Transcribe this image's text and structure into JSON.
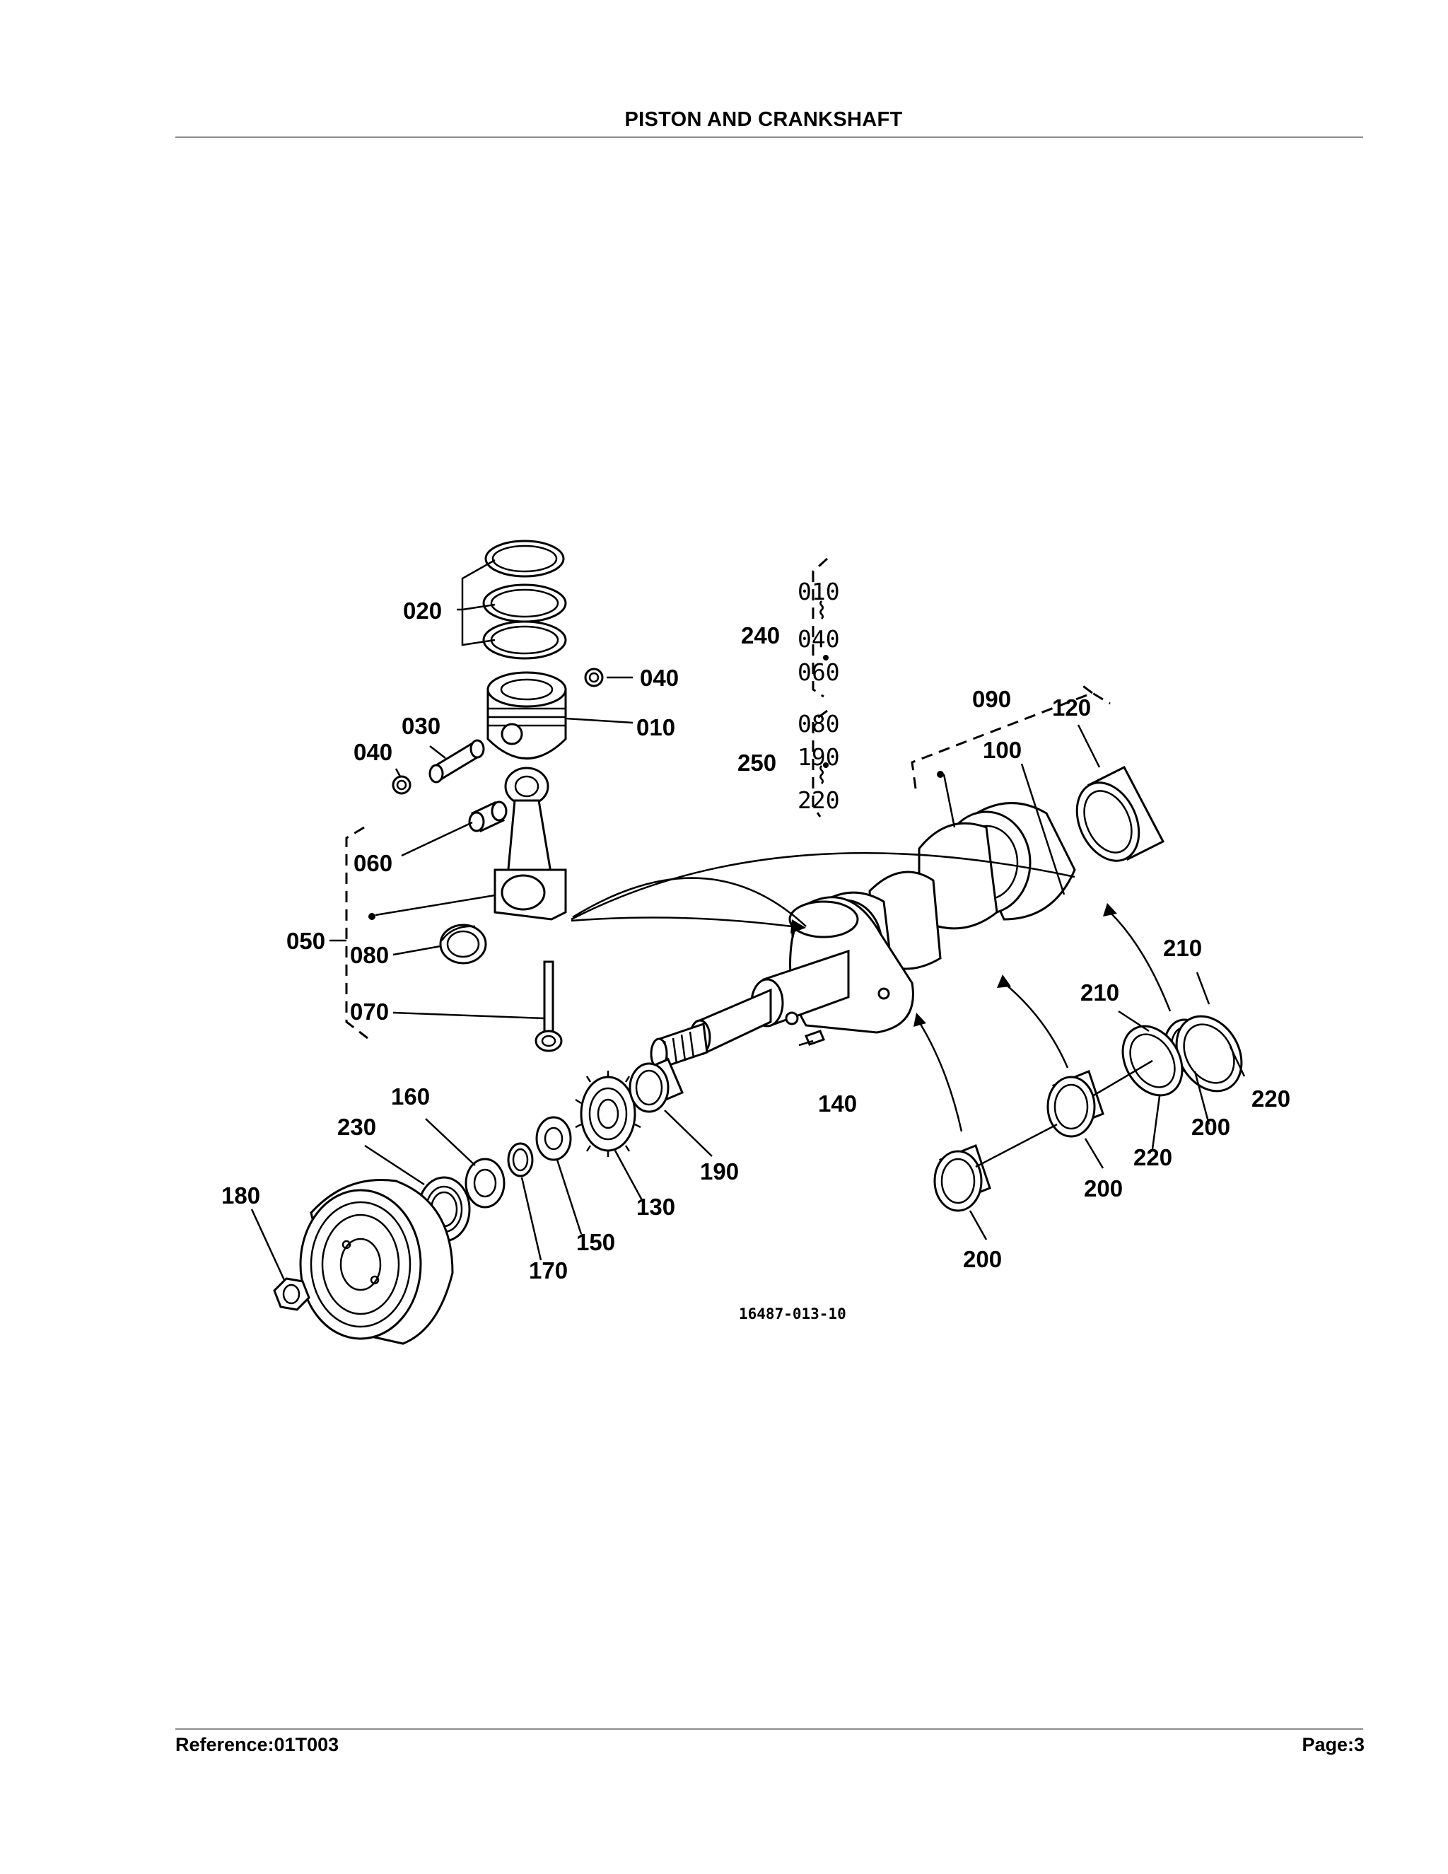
{
  "header": {
    "title": "PISTON AND CRANKSHAFT"
  },
  "footer": {
    "reference": "Reference:01T003",
    "page": "Page:3"
  },
  "diagram": {
    "drawing_number": "16487-013-10",
    "callouts": {
      "p010": "010",
      "p020": "020",
      "p030": "030",
      "p040a": "040",
      "p040b": "040",
      "p050": "050",
      "p060": "060",
      "p070": "070",
      "p080": "080",
      "p090": "090",
      "p100": "100",
      "p120": "120",
      "p130": "130",
      "p140": "140",
      "p150": "150",
      "p160": "160",
      "p170": "170",
      "p180": "180",
      "p190": "190",
      "p200a": "200",
      "p200b": "200",
      "p200c": "200",
      "p210a": "210",
      "p210b": "210",
      "p220a": "220",
      "p220b": "220",
      "p230": "230",
      "p240": "240",
      "p250": "250"
    },
    "set_240": {
      "from": "010",
      "mid": "040",
      "to": "060"
    },
    "set_250": {
      "from": "080",
      "mid": "190",
      "to": "220"
    },
    "range_glyph": "⌇"
  }
}
